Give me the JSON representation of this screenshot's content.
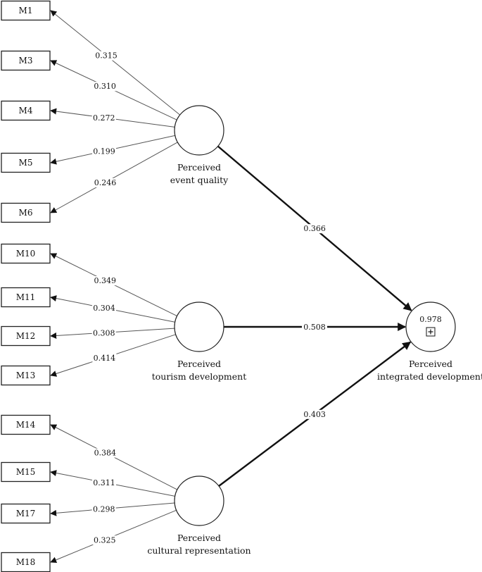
{
  "constructs": {
    "event_quality": {
      "label_line1": "Perceived",
      "label_line2": "event quality",
      "indicators": [
        {
          "name": "M1",
          "weight": "0.315"
        },
        {
          "name": "M3",
          "weight": "0.310"
        },
        {
          "name": "M4",
          "weight": "0.272"
        },
        {
          "name": "M5",
          "weight": "0.199"
        },
        {
          "name": "M6",
          "weight": "0.246"
        }
      ]
    },
    "tourism_development": {
      "label_line1": "Perceived",
      "label_line2": "tourism development",
      "indicators": [
        {
          "name": "M10",
          "weight": "0.349"
        },
        {
          "name": "M11",
          "weight": "0.304"
        },
        {
          "name": "M12",
          "weight": "0.308"
        },
        {
          "name": "M13",
          "weight": "0.414"
        }
      ]
    },
    "cultural_representation": {
      "label_line1": "Perceived",
      "label_line2": "cultural representation",
      "indicators": [
        {
          "name": "M14",
          "weight": "0.384"
        },
        {
          "name": "M15",
          "weight": "0.311"
        },
        {
          "name": "M17",
          "weight": "0.298"
        },
        {
          "name": "M18",
          "weight": "0.325"
        }
      ]
    },
    "integrated_development": {
      "label_line1": "Perceived",
      "label_line2": "integrated development",
      "r_squared": "0.978"
    }
  },
  "paths": [
    {
      "from": "event_quality",
      "to": "integrated_development",
      "coefficient": "0.366"
    },
    {
      "from": "tourism_development",
      "to": "integrated_development",
      "coefficient": "0.508"
    },
    {
      "from": "cultural_representation",
      "to": "integrated_development",
      "coefficient": "0.403"
    }
  ]
}
